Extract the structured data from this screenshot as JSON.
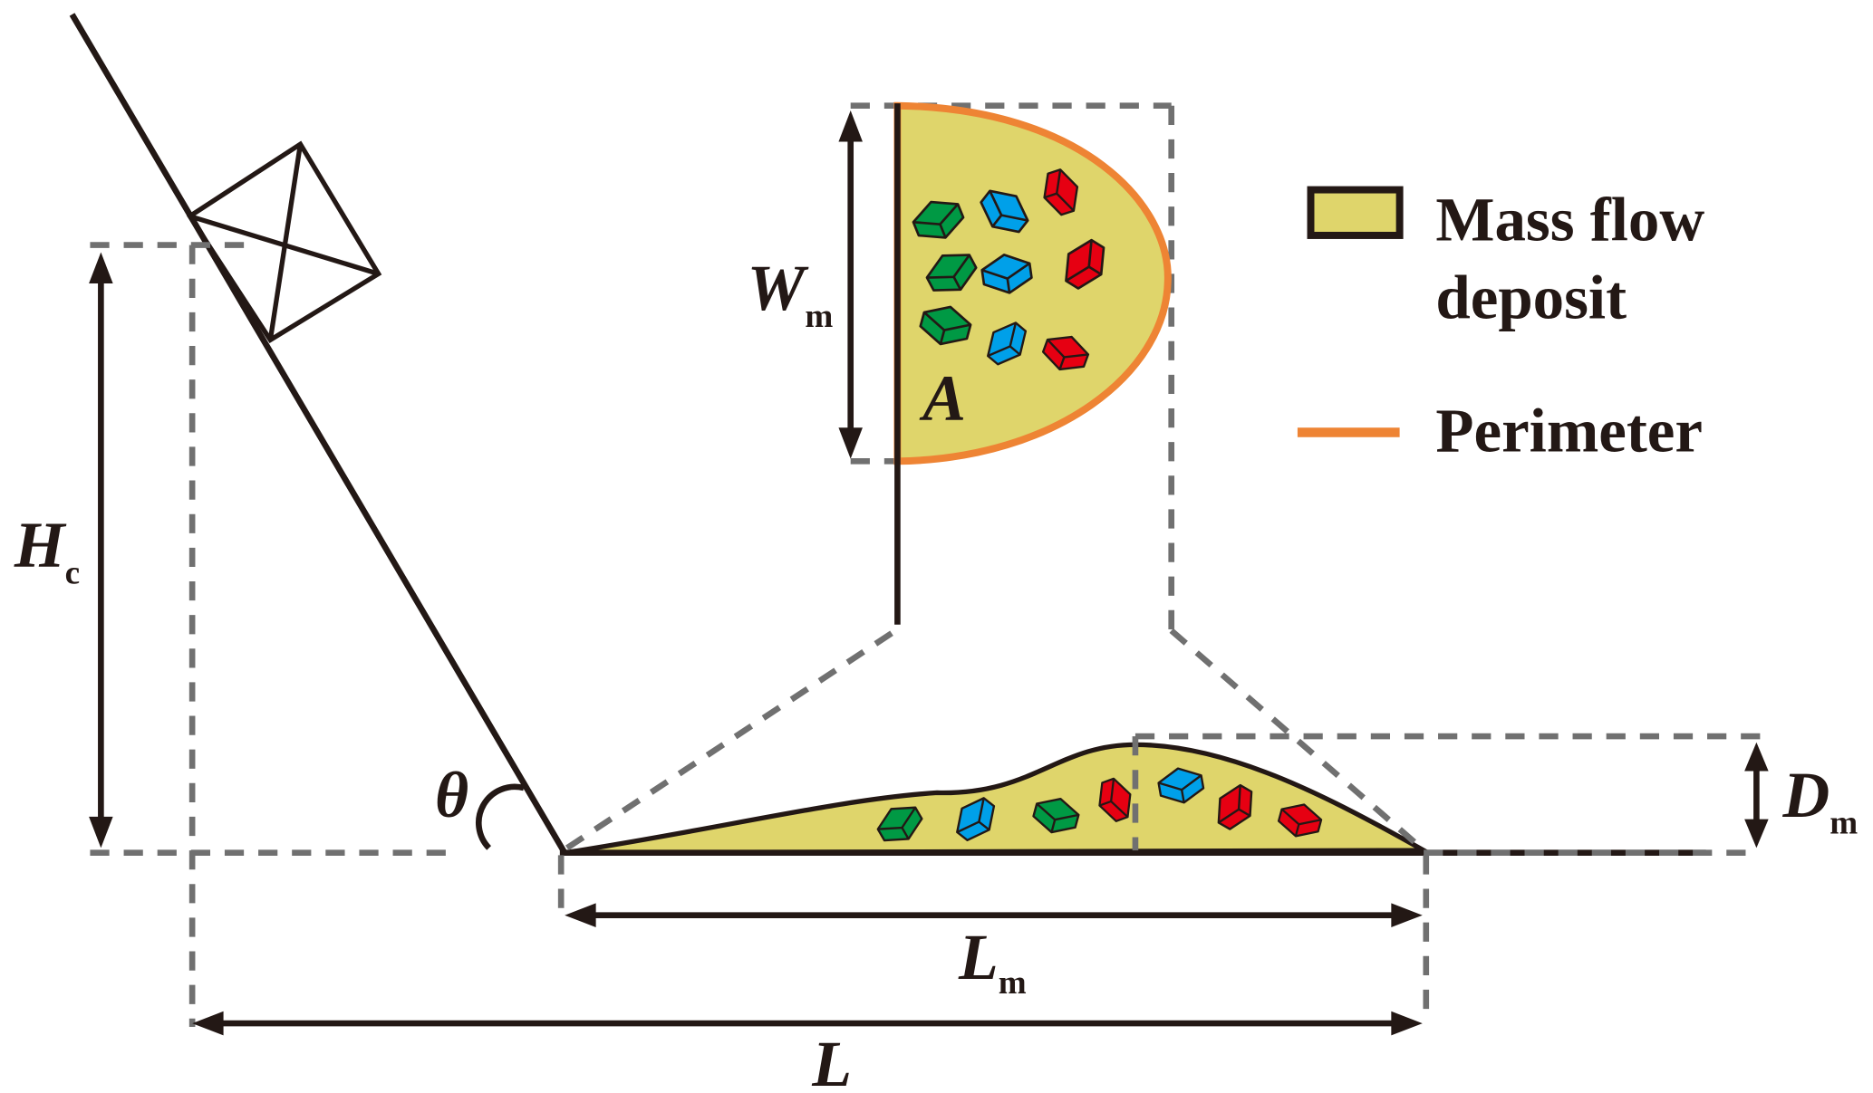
{
  "labels": {
    "hc_main": "H",
    "hc_sub": "c",
    "theta": "θ",
    "wm_main": "W",
    "wm_sub": "m",
    "area": "A",
    "dm_main": "D",
    "dm_sub": "m",
    "lm_main": "L",
    "lm_sub": "m",
    "l_main": "L"
  },
  "legend": {
    "deposit_line1": "Mass flow",
    "deposit_line2": "deposit",
    "perimeter": "Perimeter"
  },
  "colors": {
    "deposit_fill": "#DFD56B",
    "perimeter": "#EE8434",
    "block_green": "#009944",
    "block_blue": "#00A0E9",
    "block_red": "#E60012",
    "line": "#231815",
    "dashed": "#707070"
  }
}
